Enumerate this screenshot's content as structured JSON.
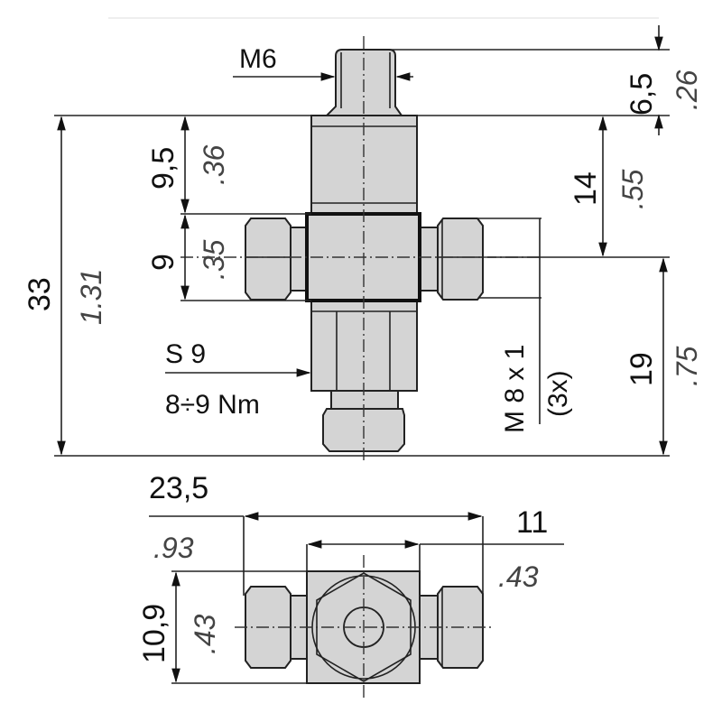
{
  "drawing": {
    "thread_top": "M6",
    "dim_stud_mm": "6,5",
    "dim_stud_in": ".26",
    "dim_total_mm": "33",
    "dim_total_in": "1.31",
    "dim_upper_mm": "9,5",
    "dim_upper_in": ".36",
    "dim_block_mm": "9",
    "dim_block_in": ".35",
    "dim_axis_top_mm": "14",
    "dim_axis_top_in": ".55",
    "dim_axis_bottom_mm": "19",
    "dim_axis_bottom_in": ".75",
    "port_thread": "M 8 x 1",
    "port_count": "(3x)",
    "wrench_size": "S 9",
    "torque": "8÷9 Nm",
    "dim_width_mm": "23,5",
    "dim_width_in": ".93",
    "dim_block_width_mm": "11",
    "dim_block_width_in": ".43",
    "dim_depth_mm": "10,9",
    "dim_depth_in": ".43"
  },
  "colors": {
    "part_fill": "#d4d4d4",
    "line": "#222222"
  }
}
